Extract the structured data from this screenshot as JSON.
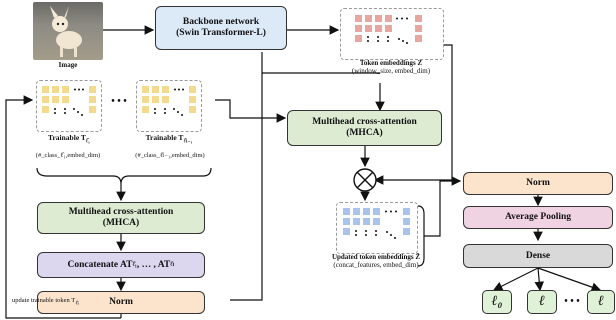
{
  "image_caption": "Image",
  "backbone": {
    "line1": "Backbone network",
    "line2": "(Swin Transformer-L)"
  },
  "token_embeddings": {
    "line1": "Token embeddings Z",
    "line2": "(window_size, embed_dim)"
  },
  "trainable_1": {
    "title": "Trainable T",
    "sub": "ℓ̂₁",
    "shape": "(#_class_ℓ̂₁,embed_dim)"
  },
  "trainable_2": {
    "title": "Trainable T",
    "sub": "ℓ̂ₗ₋₁",
    "shape": "(#_class_ℓ̂ₗ₋₁,embed_dim)"
  },
  "ellipsis": "• • •",
  "mhca_top": {
    "line1": "Multihead cross-attention",
    "line2": "(MHCA)"
  },
  "mhca_left": {
    "line1": "Multihead cross-attention",
    "line2": "(MHCA)"
  },
  "concatenate": "Concatenate AT",
  "concat_subs": {
    "a": "ℓ̂₁",
    "b": "ℓ̂ₗ",
    "mid": ", … , AT"
  },
  "norm_left": "Norm",
  "update_label": "update trainable token T",
  "update_sub": "ℓ̂ₗ",
  "updated_tokens": {
    "line1": "Updated token embeddings Z̃",
    "line2": "(concat_features, embed_dim)"
  },
  "head": {
    "norm": "Norm",
    "pooling": "Average Pooling",
    "dense": "Dense"
  },
  "outputs": [
    "ℓ₀",
    "ℓ",
    "• • •",
    "ℓ"
  ],
  "colors": {
    "backbone": "#dce9f7",
    "mhca": "#dcebd2",
    "concat": "#dcd6ef",
    "norm": "#fbe3cc",
    "pooling": "#efd3e3",
    "dense": "#d9d9d9",
    "out": "#dff2d7",
    "token_pink": "#e7a7a0",
    "token_yellow": "#f3da8e",
    "token_blue": "#a9c3ec"
  }
}
